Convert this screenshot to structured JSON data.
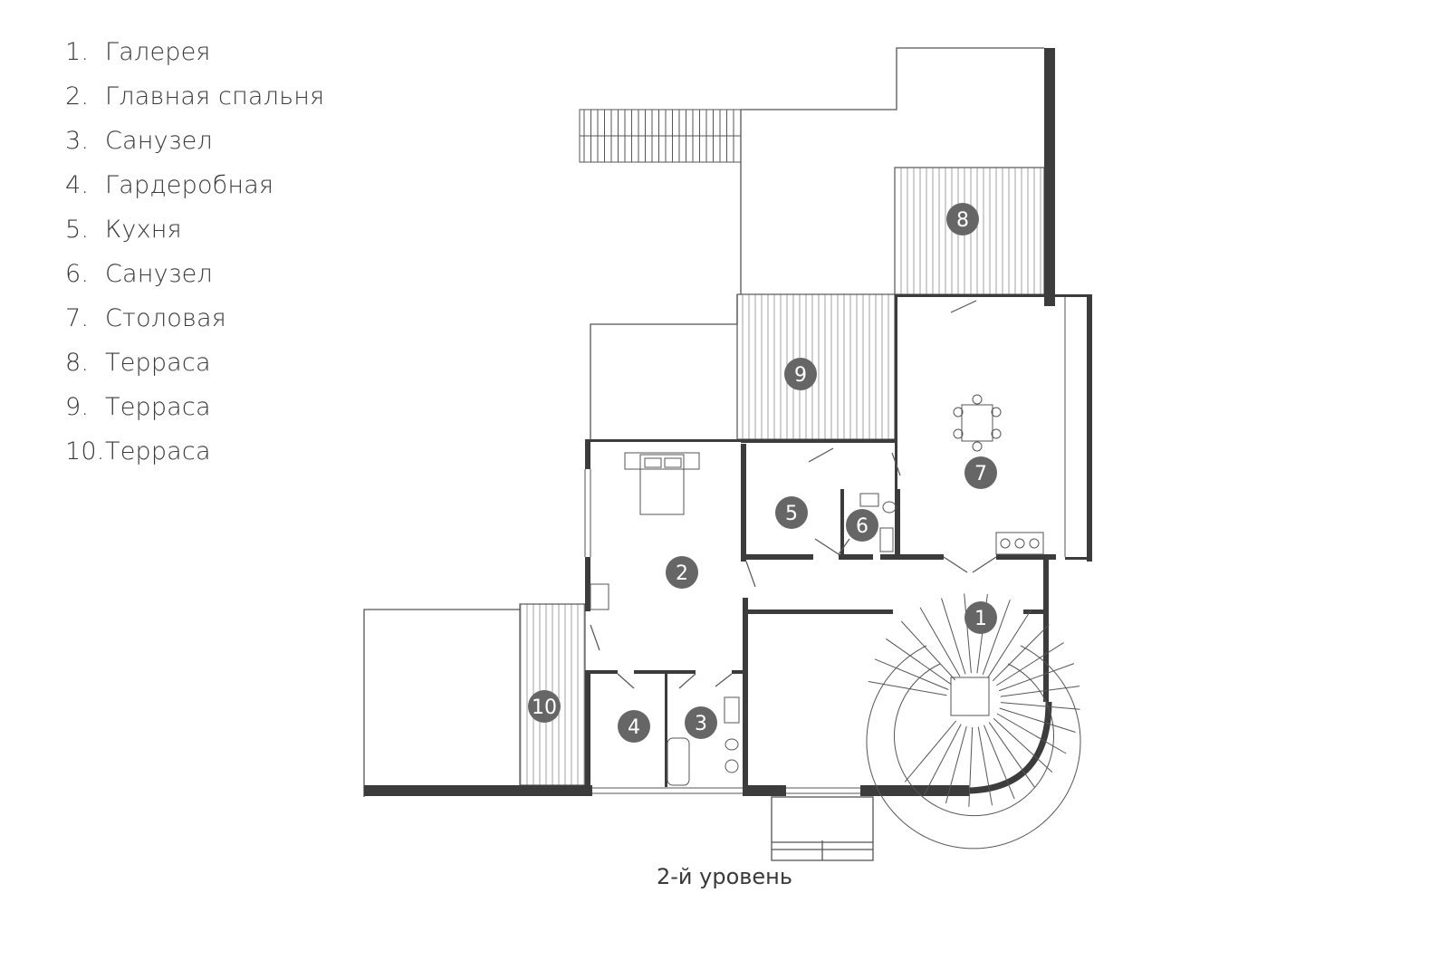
{
  "legend": {
    "items": [
      {
        "num": "1.",
        "label": "Галерея"
      },
      {
        "num": "2.",
        "label": "Главная спальня"
      },
      {
        "num": "3.",
        "label": "Санузел"
      },
      {
        "num": "4.",
        "label": "Гардеробная"
      },
      {
        "num": "5.",
        "label": "Кухня"
      },
      {
        "num": "6.",
        "label": "Санузел"
      },
      {
        "num": "7.",
        "label": "Столовая"
      },
      {
        "num": "8.",
        "label": "Терраса"
      },
      {
        "num": "9.",
        "label": "Терраса"
      },
      {
        "num": "10.",
        "label": "Терраса"
      }
    ]
  },
  "plan": {
    "caption": "2-й уровень",
    "markers": [
      "1",
      "2",
      "3",
      "4",
      "5",
      "6",
      "7",
      "8",
      "9",
      "10"
    ],
    "colors": {
      "wall": "#3c3c3c",
      "marker": "#666666",
      "thin_line": "#555555",
      "hatch": "#9a9a9a"
    }
  }
}
